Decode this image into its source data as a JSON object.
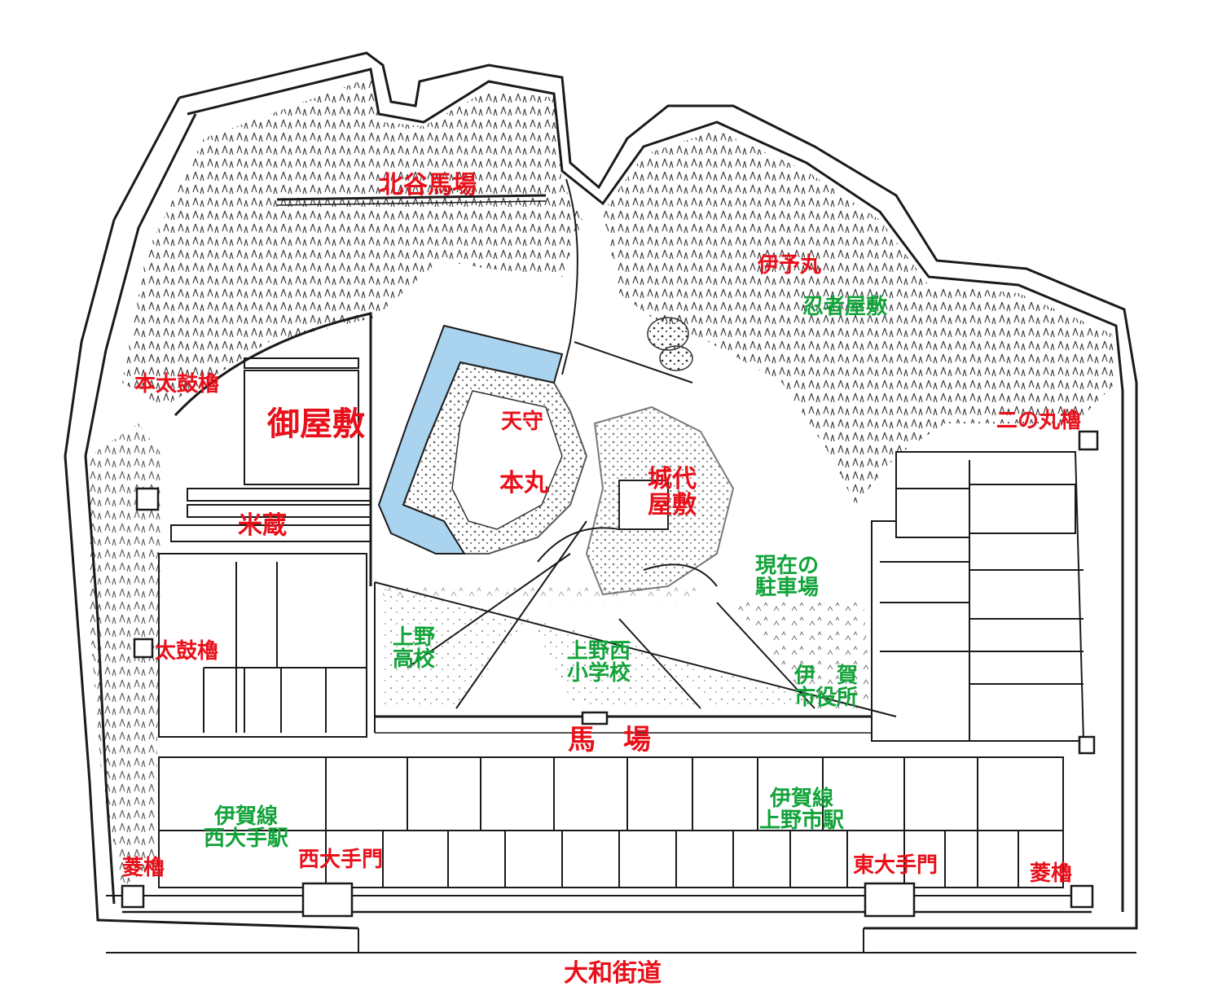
{
  "map": {
    "colors": {
      "ink": "#1a1a1a",
      "moat": "#a9d3ef",
      "castle_label": "#e8101a",
      "modern_label": "#12a33a"
    },
    "castle_labels": {
      "north_valley_riding_ground": "北谷馬場",
      "iyo_maru": "伊予丸",
      "hon_taiko_yagura": "本太鼓櫓",
      "go_yashiki": "御屋敷",
      "tenshu": "天守",
      "honmaru": "本丸",
      "jodai_yashiki_1": "城代",
      "jodai_yashiki_2": "屋敷",
      "ni_no_maru_yagura": "二の丸櫓",
      "komegura": "米蔵",
      "taiko_yagura": "太鼓櫓",
      "baba": "馬　場",
      "hishi_yagura_west": "菱櫓",
      "nishi_ote_mon": "西大手門",
      "higashi_ote_mon": "東大手門",
      "hishi_yagura_east": "菱櫓",
      "yamato_kaido": "大和街道"
    },
    "modern_labels": {
      "ninja_yashiki": "忍者屋敷",
      "parking_1": "現在の",
      "parking_2": "駐車場",
      "ueno_high_1": "上野",
      "ueno_high_2": "高校",
      "ueno_nishi_1": "上野西",
      "ueno_nishi_2": "小学校",
      "iga_city_1": "伊　賀",
      "iga_city_2": "市役所",
      "iga_line_west_1": "伊賀線",
      "iga_line_west_2": "西大手駅",
      "iga_line_ueno_1": "伊賀線",
      "iga_line_ueno_2": "上野市駅"
    }
  }
}
